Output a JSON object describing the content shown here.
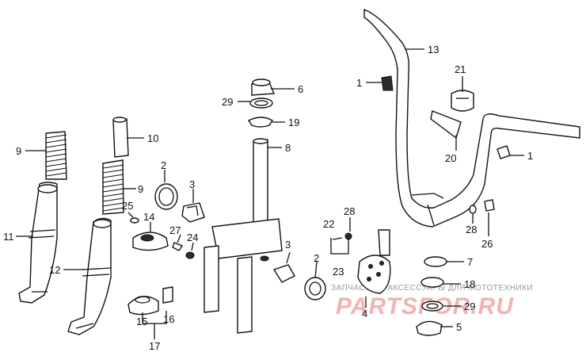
{
  "callouts": {
    "c1a": "1",
    "c1b": "1",
    "c2a": "2",
    "c2b": "2",
    "c3a": "3",
    "c3b": "3",
    "c4": "4",
    "c5": "5",
    "c6": "6",
    "c7": "7",
    "c8": "8",
    "c9a": "9",
    "c9b": "9",
    "c10": "10",
    "c11": "11",
    "c12": "12",
    "c13": "13",
    "c14": "14",
    "c15": "15",
    "c16": "16",
    "c17": "17",
    "c18": "18",
    "c19": "19",
    "c20": "20",
    "c21": "21",
    "c22": "22",
    "c23": "23",
    "c24": "24",
    "c25": "25",
    "c26": "26",
    "c27": "27",
    "c28a": "28",
    "c28b": "28",
    "c29a": "29",
    "c29b": "29"
  },
  "watermark": {
    "tagline": "ЗАПЧАСТИ И АКСЕССУАРЫ ДЛЯ МОТОТЕХНИКИ",
    "brand": "PARTSFOR.RU"
  },
  "colors": {
    "line": "#111111",
    "watermark_brand": "#f2b3b3",
    "watermark_text": "#9a9a9a"
  }
}
